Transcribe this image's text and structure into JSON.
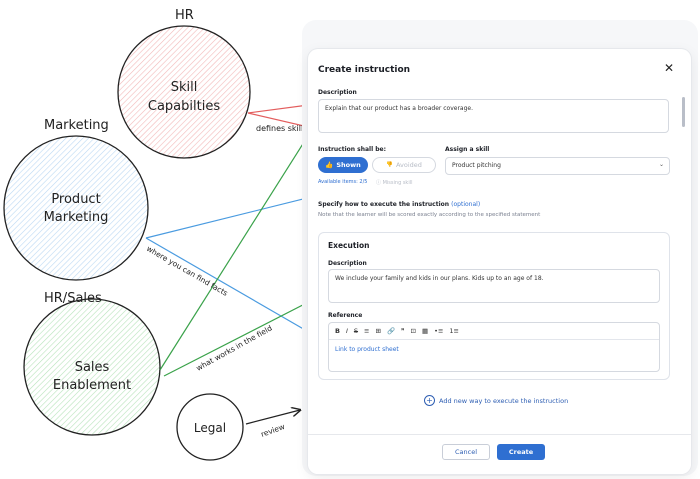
{
  "sketch": {
    "groups": {
      "hr": "HR",
      "marketing": "Marketing",
      "hr_sales": "HR/Sales"
    },
    "circles": {
      "skill": [
        "Skill",
        "Capabilties"
      ],
      "product": [
        "Product",
        "Marketing"
      ],
      "sales": [
        "Sales",
        "Enablement"
      ],
      "legal": "Legal"
    },
    "arrow_labels": {
      "defines_skills": "defines skills",
      "find_facts": "where you can find facts",
      "works_field": "what works in the field",
      "review": "review"
    },
    "colors": {
      "skill": "#f8d7d7",
      "product": "#d9e8f8",
      "sales": "#d6f1d8",
      "red_arrow": "#e35d5d",
      "blue_arrow": "#4a9be0",
      "green_arrow": "#3aa24a"
    }
  },
  "modal": {
    "title": "Create instruction",
    "close_icon": "close-icon",
    "description_label": "Description",
    "description_value": "Explain that our product has a broader coverage.",
    "instruction_label": "Instruction shall be:",
    "shown_label": "Shown",
    "avoided_label": "Avoided",
    "available_items": "Available items: 2/5",
    "missing_skill": "Missing skill",
    "assign_label": "Assign a skill",
    "assign_value": "Product pitching",
    "specify_label": "Specify how to execute the instruction",
    "optional": "(optional)",
    "specify_note": "Note that the learner will be scored exactly according to the specified statement",
    "execution": {
      "title": "Execution",
      "description_label": "Description",
      "description_value": "We include your family and kids in our plans. Kids up to an age of 18.",
      "reference_label": "Reference",
      "toolbar": [
        "B",
        "I",
        "S",
        "≡",
        "⊞",
        "🔗",
        "❞",
        "⊡",
        "▦",
        "•≡",
        "1≡"
      ],
      "reference_link": "Link to product sheet"
    },
    "add_way": "Add new way to execute the instruction",
    "cancel": "Cancel",
    "create": "Create",
    "accent": "#2f6fd1"
  }
}
